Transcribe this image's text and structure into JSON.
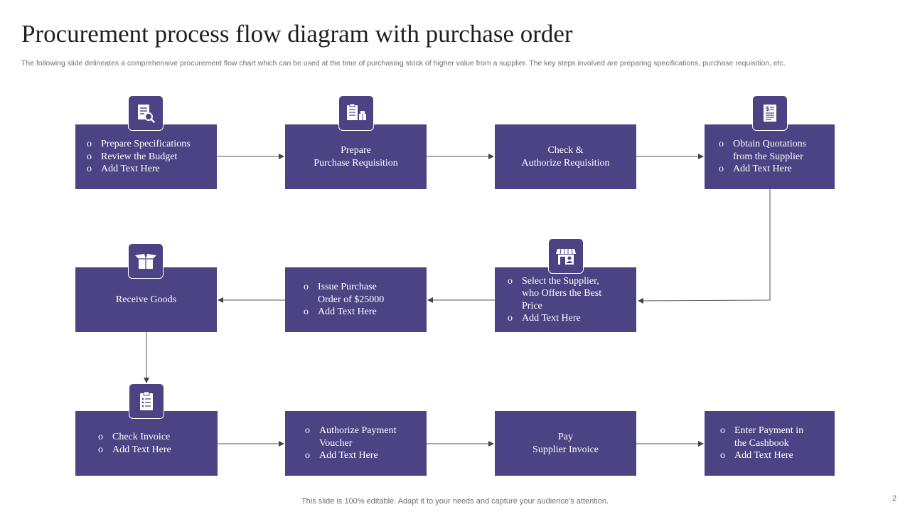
{
  "slide": {
    "title": "Procurement process flow diagram with purchase order",
    "subtitle": "The following slide delineates a comprehensive procurement flow chart which can be used at the time of purchasing stock of higher value from a supplier. The key steps involved are preparing specifications, purchase requisition, etc.",
    "footer": "This slide is 100% editable. Adapt it to your needs and capture your audience’s attention.",
    "page_number": "2",
    "accent_color": "#4b4383"
  },
  "steps": {
    "s1": {
      "bullets": [
        "Prepare Specifications",
        "Review the Budget",
        "Add Text Here"
      ],
      "icon": "document-search-icon"
    },
    "s2": {
      "lines": [
        "Prepare",
        "Purchase Requisition"
      ],
      "icon": "checklist-boxes-icon"
    },
    "s3": {
      "lines": [
        "Check &",
        "Authorize Requisition"
      ]
    },
    "s4": {
      "bullets": [
        "Obtain Quotations from the Supplier",
        "Add Text Here"
      ],
      "icon": "invoice-dollar-icon"
    },
    "s5": {
      "bullets": [
        "Select the Supplier, who Offers the Best Price",
        "Add Text Here"
      ],
      "icon": "store-icon"
    },
    "s6": {
      "bullets": [
        "Issue Purchase Order of $25000",
        "Add Text Here"
      ]
    },
    "s7": {
      "lines": [
        "Receive Goods"
      ],
      "icon": "open-box-icon"
    },
    "s8": {
      "bullets": [
        "Check Invoice",
        "Add Text Here"
      ],
      "icon": "clipboard-list-icon"
    },
    "s9": {
      "bullets": [
        "Authorize Payment Voucher",
        "Add Text Here"
      ]
    },
    "s10": {
      "lines": [
        "Pay",
        "Supplier Invoice"
      ]
    },
    "s11": {
      "bullets": [
        "Enter Payment in the Cashbook",
        "Add Text Here"
      ]
    }
  }
}
